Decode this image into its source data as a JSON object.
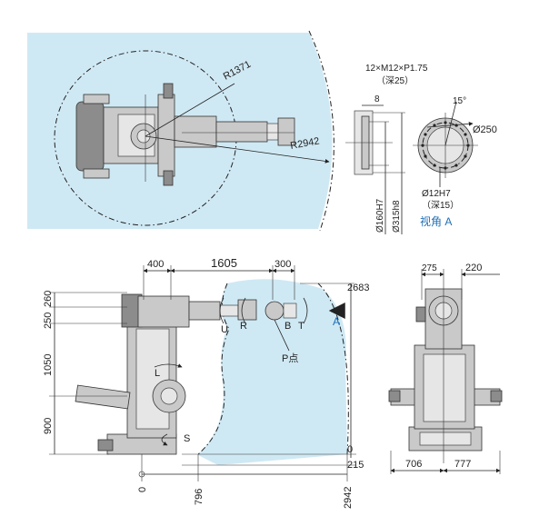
{
  "colors": {
    "work_envelope": "#cfe9f4",
    "accent": "#1f6fb5",
    "line": "#222222"
  },
  "top_view": {
    "r_inner": "R1371",
    "r_outer": "R2942"
  },
  "flange_view": {
    "bolt_spec": "12×M12×P1.75",
    "bolt_depth": "（深25）",
    "flange_thickness": "8",
    "angle": "15°",
    "outer_diameter": "Ø250",
    "pin_spec": "Ø12H7",
    "pin_depth": "（深15）",
    "dia_inner": "Ø160H7",
    "dia_outer": "Ø315h8",
    "view_label": "视角 A"
  },
  "side_view": {
    "dim_400": "400",
    "dim_1605": "1605",
    "dim_300": "300",
    "dim_2683": "2683",
    "dim_260": "260",
    "dim_250": "250",
    "dim_1050": "1050",
    "dim_900": "900",
    "dim_0_right": "0",
    "dim_215": "215",
    "dim_0_bottom": "0",
    "dim_796": "796",
    "dim_2942": "2942",
    "axis_u": "U",
    "axis_r": "R",
    "axis_b": "B",
    "axis_t": "T",
    "axis_l": "L",
    "axis_s": "S",
    "point_p": "P点",
    "arrow_a": "A"
  },
  "front_view": {
    "dim_275": "275",
    "dim_220": "220",
    "dim_706": "706",
    "dim_777": "777"
  }
}
